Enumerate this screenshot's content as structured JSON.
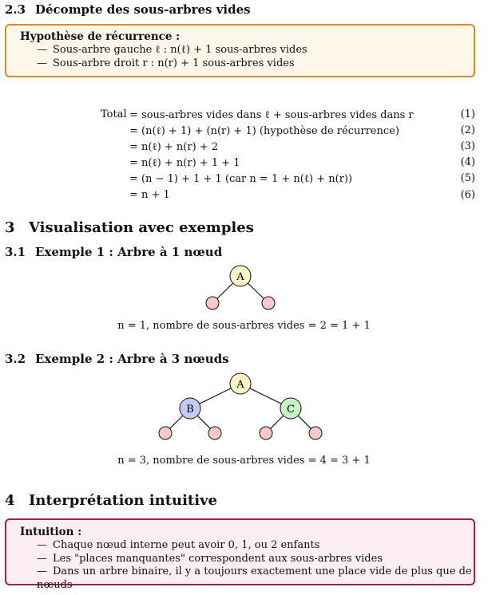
{
  "sections": {
    "s23": {
      "num": "2.3",
      "title": "Décompte des sous-arbres vides"
    },
    "s3": {
      "num": "3",
      "title": "Visualisation avec exemples"
    },
    "s31": {
      "num": "3.1",
      "title": "Exemple 1 : Arbre à 1 nœud"
    },
    "s32": {
      "num": "3.2",
      "title": "Exemple 2 : Arbre à 3 nœuds"
    },
    "s4": {
      "num": "4",
      "title": "Interprétation intuitive"
    }
  },
  "hypothesis": {
    "title": "Hypothèse de récurrence :",
    "items": [
      "Sous-arbre gauche ℓ : n(ℓ) + 1 sous-arbres vides",
      "Sous-arbre droit r : n(r) + 1 sous-arbres vides"
    ]
  },
  "dash": "—",
  "equations": {
    "lhs": "Total",
    "rows": [
      {
        "rhs": "= sous-arbres vides dans ℓ + sous-arbres vides dans r",
        "num": "(1)"
      },
      {
        "rhs": "= (n(ℓ) + 1) + (n(r) + 1)   (hypothèse de récurrence)",
        "num": "(2)"
      },
      {
        "rhs": "= n(ℓ) + n(r) + 2",
        "num": "(3)"
      },
      {
        "rhs": "= n(ℓ) + n(r) + 1 + 1",
        "num": "(4)"
      },
      {
        "rhs": "= (n − 1) + 1 + 1   (car n = 1 + n(ℓ) + n(r))",
        "num": "(5)"
      },
      {
        "rhs": "= n + 1",
        "num": "(6)"
      }
    ]
  },
  "tree1": {
    "root": "A",
    "caption": "n = 1, nombre de sous-arbres vides = 2 = 1 + 1"
  },
  "tree2": {
    "root": "A",
    "left": "B",
    "right": "C",
    "caption": "n = 3, nombre de sous-arbres vides = 4 = 3 + 1"
  },
  "intuition": {
    "title": "Intuition :",
    "items": [
      "Chaque nœud interne peut avoir 0, 1, ou 2 enfants",
      "Les \"places manquantes\" correspondent aux sous-arbres vides",
      "Dans un arbre binaire, il y a toujours exactement une place vide de plus que de nœuds"
    ]
  },
  "colors": {
    "node": "#fbf4c4",
    "left": "#c8c8f6",
    "right": "#c6f4c6",
    "empty": "#f8c8c8",
    "orange_frame": "#e08a1e",
    "pink_frame": "#a51e4e"
  }
}
